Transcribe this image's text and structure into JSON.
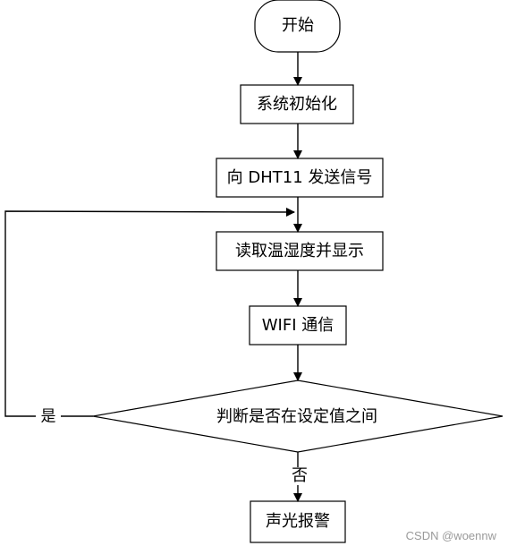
{
  "flow": {
    "start": "开始",
    "init": "系统初始化",
    "send": "向 DHT11 发送信号",
    "read": "读取温湿度并显示",
    "wifi": "WIFI 通信",
    "decision": "判断是否在设定值之间",
    "yes": "是",
    "no": "否",
    "alarm": "声光报警"
  },
  "watermark": "CSDN @woennw"
}
